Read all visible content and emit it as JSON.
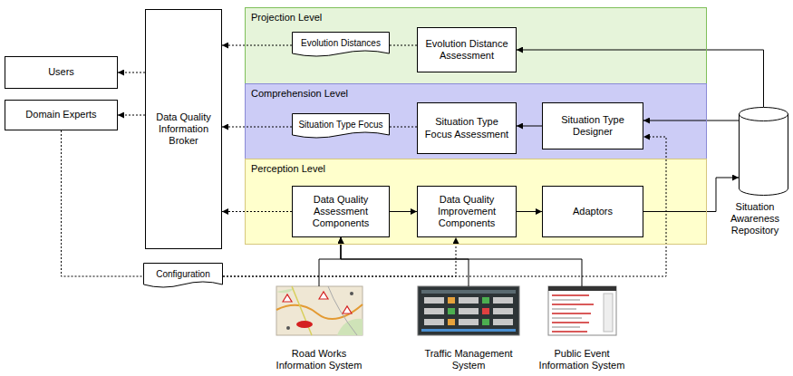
{
  "diagram": {
    "nodes": [
      {
        "text": [
          "Users"
        ]
      },
      {
        "text": [
          "Domain Experts"
        ]
      },
      {
        "text": [
          "Data Quality Information Broker"
        ]
      },
      {
        "text": [
          "Projection Level"
        ]
      },
      {
        "text": [
          "Evolution Distances"
        ],
        "in": 3
      },
      {
        "text": [
          "Evolution Distance Assessment"
        ],
        "in": 3
      },
      {
        "text": [
          "Comprehension Level"
        ]
      },
      {
        "text": [
          "Situation Type Focus"
        ],
        "in": 6
      },
      {
        "text": [
          "Situation Type Focus Assessment"
        ],
        "in": 6
      },
      {
        "text": [
          "Situation Type Designer"
        ],
        "in": 6
      },
      {
        "text": [
          "Perception Level"
        ]
      },
      {
        "text": [
          "Data Quality Assessment Components"
        ],
        "in": 10
      },
      {
        "text": [
          "Data Quality Improvement Components"
        ],
        "in": 10
      },
      {
        "text": [
          "Adaptors"
        ],
        "in": 10
      },
      {
        "text": [
          "Situation Awareness Repository"
        ]
      },
      {
        "text": [
          "Configuration"
        ]
      },
      {
        "text": [
          "Road Works Information System"
        ]
      },
      {
        "text": [
          "Traffic Management System"
        ]
      },
      {
        "text": [
          "Public Event Information System"
        ]
      }
    ],
    "edges": [
      {
        "from": 2,
        "to": 0,
        "arrow": "to"
      },
      {
        "from": 2,
        "to": 1,
        "arrow": "to"
      },
      {
        "from": 4,
        "to": 2,
        "arrow": "to"
      },
      {
        "from": 5,
        "to": 4,
        "arrow": "none"
      },
      {
        "from": 14,
        "to": 5,
        "arrow": "to"
      },
      {
        "from": 7,
        "to": 2,
        "arrow": "to"
      },
      {
        "from": 8,
        "to": 7,
        "arrow": "none"
      },
      {
        "from": 9,
        "to": 8,
        "arrow": "to"
      },
      {
        "from": 14,
        "to": 9,
        "arrow": "to"
      },
      {
        "from": 11,
        "to": 2,
        "arrow": "to"
      },
      {
        "from": 11,
        "to": 12,
        "arrow": "to"
      },
      {
        "from": 12,
        "to": 13,
        "arrow": "to"
      },
      {
        "from": 13,
        "to": 14,
        "arrow": "to"
      },
      {
        "from": 1,
        "to": 15,
        "arrow": "none"
      },
      {
        "from": 15,
        "to": 12,
        "arrow": "to"
      },
      {
        "from": 15,
        "to": 9,
        "arrow": "to"
      },
      {
        "from": 16,
        "to": 11,
        "arrow": "to"
      },
      {
        "from": 17,
        "to": 11,
        "arrow": "to"
      },
      {
        "from": 18,
        "to": 11,
        "arrow": "to"
      }
    ]
  }
}
